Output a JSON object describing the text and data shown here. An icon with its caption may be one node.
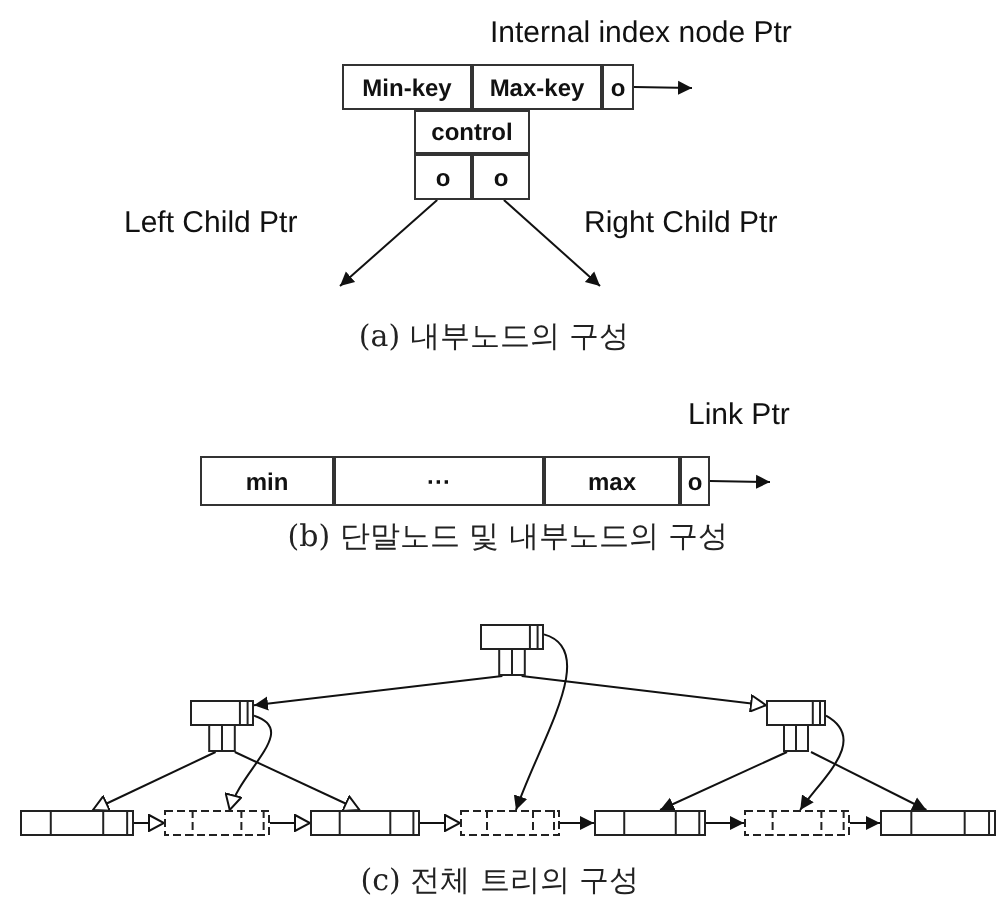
{
  "diagram": {
    "nodes": [
      {
        "text": [
          "Min-key"
        ]
      },
      {
        "text": [
          "Max-key"
        ]
      },
      {
        "text": [
          "o"
        ]
      },
      {
        "text": [
          "control"
        ]
      },
      {
        "text": [
          "o"
        ]
      },
      {
        "text": [
          "o"
        ]
      },
      {
        "text": [
          "min"
        ]
      },
      {
        "text": [
          "···"
        ]
      },
      {
        "text": [
          "max"
        ]
      },
      {
        "text": [
          "o"
        ]
      },
      {
        "text": [],
        "shape": "box"
      },
      {
        "text": [],
        "shape": "box"
      },
      {
        "text": [],
        "shape": "box"
      },
      {
        "text": [],
        "shape": "box"
      },
      {
        "text": [],
        "shape": "box"
      },
      {
        "text": [],
        "shape": "box"
      },
      {
        "text": [],
        "shape": "box"
      },
      {
        "text": [],
        "shape": "box"
      },
      {
        "text": [],
        "shape": "box"
      },
      {
        "text": [],
        "shape": "box"
      }
    ],
    "edges": [
      {
        "from": 2,
        "to": null,
        "arrow": "to",
        "label": "Internal index node Ptr"
      },
      {
        "from": 4,
        "to": null,
        "arrow": "to",
        "label": "Left Child Ptr"
      },
      {
        "from": 5,
        "to": null,
        "arrow": "to",
        "label": "Right Child Ptr"
      },
      {
        "from": 9,
        "to": null,
        "arrow": "to",
        "label": "Link Ptr"
      },
      {
        "from": 10,
        "to": 11,
        "arrow": "to"
      },
      {
        "from": 10,
        "to": 12,
        "arrow": "to"
      },
      {
        "from": 10,
        "to": 16,
        "arrow": "to"
      },
      {
        "from": 11,
        "to": 13,
        "arrow": "to"
      },
      {
        "from": 11,
        "to": 14,
        "arrow": "to"
      },
      {
        "from": 11,
        "to": 15,
        "arrow": "to"
      },
      {
        "from": 12,
        "to": 17,
        "arrow": "to"
      },
      {
        "from": 12,
        "to": 18,
        "arrow": "to"
      },
      {
        "from": 12,
        "to": 19,
        "arrow": "to"
      },
      {
        "from": 13,
        "to": 14,
        "arrow": "to"
      },
      {
        "from": 14,
        "to": 15,
        "arrow": "to"
      },
      {
        "from": 15,
        "to": 16,
        "arrow": "to"
      },
      {
        "from": 16,
        "to": 17,
        "arrow": "to"
      },
      {
        "from": 17,
        "to": 18,
        "arrow": "to"
      },
      {
        "from": 18,
        "to": 19,
        "arrow": "to"
      }
    ],
    "labels": [
      "(a) 내부노드의 구성",
      "(b) 단말노드 및 내부노드의 구성",
      "(c) 전체 트리의 구성"
    ]
  }
}
